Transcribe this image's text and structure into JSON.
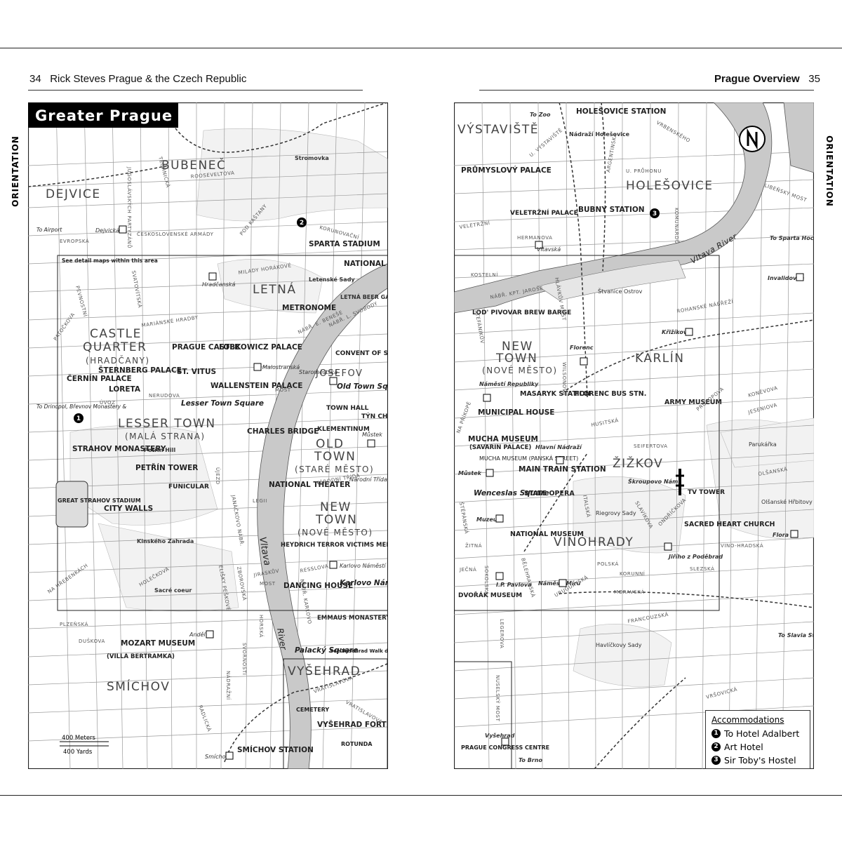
{
  "left_page": {
    "page_number": "34",
    "book_title": "Rick Steves Prague & the Czech Republic",
    "side_tab": "ORIENTATION",
    "map_title": "Greater Prague"
  },
  "right_page": {
    "page_number": "35",
    "section_title": "Prague Overview",
    "side_tab": "ORIENTATION"
  },
  "left_map": {
    "districts": [
      "BUBENEČ",
      "DEJVICE",
      "LETNÁ",
      "CASTLE",
      "QUARTER",
      "(HRADČANY)",
      "LESSER TOWN",
      "(MALÁ STRANA)",
      "OLD",
      "TOWN",
      "(STARÉ MĚSTO)",
      "NEW",
      "TOWN",
      "(NOVÉ MĚSTO)",
      "SMÍCHOV",
      "VYŠEHRAD",
      "JOSEFOV"
    ],
    "places": [
      "Stromovka",
      "SPARTA STADIUM",
      "NATIONAL TECHNICAL MUSEUM",
      "Letenské Sady",
      "METRONOME",
      "LETNÁ BEER GARDEN",
      "PRAGUE CASTLE",
      "LOBKOWICZ PALACE",
      "ŠTERNBERG PALACE",
      "ČERNÍN PALACE",
      "LORETA",
      "ST. VITUS",
      "WALLENSTEIN PALACE",
      "Lesser Town Square",
      "CONVENT OF ST. AGNES",
      "Old Town Square",
      "TOWN HALL",
      "TÝN CHURCH",
      "KLEMENTINUM",
      "CHARLES BRIDGE",
      "STRAHOV MONASTERY",
      "Petřín Hill",
      "PETŘÍN TOWER",
      "FUNICULAR",
      "GREAT STRAHOV STADIUM",
      "CITY WALLS",
      "NATIONAL THEATER",
      "Kinského Zahrada",
      "Sacré coeur",
      "HEYDRICH TERROR VICTIMS MEMORIAL",
      "DANCING HOUSE",
      "Karlovo Náměstí",
      "EMMAUS MONASTERY",
      "MOZART MUSEUM",
      "(VILLA BERTRAMKA)",
      "Palacký Square",
      "See Vyšehrad Walk detail map",
      "CEMETERY",
      "VYŠEHRAD FORTRESS",
      "ROTUNDA",
      "SMÍCHOV STATION"
    ],
    "metro": [
      "Dejvická",
      "Hradčanská",
      "Malostranská",
      "Staroměstská",
      "Můstek",
      "Národní Třída",
      "Karlovo Náměstí",
      "Anděl",
      "Smíchov"
    ],
    "streets": [
      "JUGOSLÁVSKÝCH PARTYZÁNŮ",
      "TECHNICKÁ",
      "ROOSEVELTOVA",
      "EVROPSKÁ",
      "ČESKOSLOVENSKÉ ARMÁDY",
      "POD KAŠTANY",
      "KORUNOVAČNÍ",
      "MILADY HORÁKOVÉ",
      "SVATOVÍTSKÁ",
      "PEVNOSTNÍ",
      "PATOČKOVA",
      "MARIÁNSKÉ HRADBY",
      "NÁBŘ. E. BENEŠE",
      "NÁBŘ. L. SVOBODY",
      "MOST",
      "NERUDOVA",
      "ÚVOZ",
      "ÚJEZD",
      "NÁRODNÍ TŘÍDA",
      "LEGII",
      "JIRÁSKŮV",
      "MOST",
      "RESSLOVA",
      "ELIŠKY PEŠKOVÉ",
      "ZBOROVSKÁ",
      "HOLEČKOVA",
      "NA HŘEBENKÁCH",
      "PLZEŇSKÁ",
      "DUŠKOVA",
      "NÁDRAŽNÍ",
      "SVORNOSTI",
      "RADLICKÁ",
      "HORSKÁ",
      "VRATISLAVOVA",
      "VRATISLAVOVA",
      "NÁBŘ. KARLOVO",
      "JANÁČKOVO NÁBŘ."
    ],
    "river": [
      "Vltava",
      "River"
    ],
    "notes": [
      "See detail maps within this area",
      "To Airport",
      "To Drinopol, Břevnov Monastery &"
    ],
    "scale": [
      "400 Meters",
      "400 Yards"
    ]
  },
  "right_map": {
    "districts": [
      "VÝSTAVIŠTĚ",
      "HOLEŠOVICE",
      "NEW",
      "TOWN",
      "(NOVÉ MĚSTO)",
      "KARLÍN",
      "ŽIŽKOV",
      "VINOHRADY"
    ],
    "places": [
      "HOLEŠOVICE STATION",
      "Nádraží Holešovice",
      "To Zoo",
      "PRŮMYSLOVÝ PALACE",
      "VELETRŽNÍ PALACE",
      "BUBNY STATION",
      "To Sparta Hockey Arena",
      "Invalidovna",
      "Štvanice Ostrov",
      "LOD' PIVOVAR BREW BARGE",
      "Křižíkova",
      "Florenc",
      "MASARYK STATION",
      "FLORENC BUS STN.",
      "ARMY MUSEUM",
      "MUNICIPAL HOUSE",
      "Náměstí Republiky",
      "MUCHA MUSEUM",
      "(SAVARIN PALACE)",
      "Hlavní Nádraží",
      "MUCHA MUSEUM (PANSKÁ STREET)",
      "MAIN TRAIN STATION",
      "Wenceslas Square",
      "Můstek",
      "STATE OPERA",
      "Parukářka",
      "Olšanské Hřbitovy",
      "TV TOWER",
      "Riegrovy Sady",
      "SACRED HEART CHURCH",
      "NATIONAL MUSEUM",
      "Muzeum",
      "Jiřího z Poděbrad",
      "Flora",
      "Náměstí Míru",
      "I.P. Pavlova",
      "DVOŘÁK MUSEUM",
      "Havlíčkovy Sady",
      "To Slavia Stadium",
      "PRAGUE CONGRESS CENTRE",
      "Vyšehrad",
      "To Brno",
      "Škroupovo Nám."
    ],
    "streets": [
      "U. VÝSTAVIŠTĚ",
      "U. PRŮHONU",
      "VRBENSKÉHO",
      "ARGENTINSKÁ",
      "KOMUNARDŮ",
      "LIBEŇSKÝ MOST",
      "VELETRŽNÍ",
      "HERMANOVA",
      "KOSTELNÍ",
      "NÁBŘ. KPT. JAROŠE",
      "HLÁVKŮV MOST",
      "ŠTEFÁNIKŮV",
      "ROHANSKÉ NÁBŘEŽÍ",
      "WILSONOVA",
      "HUSITSKÁ",
      "KONĚVOVA",
      "JESENIOVA",
      "PROKOPOVA",
      "SEIFERTOVA",
      "OLŠANSKÁ",
      "ITALSKÁ",
      "SLAVÍKOVA",
      "ONDŘÍČKOVA",
      "VINO-HRADSKÁ",
      "KORUNNÍ",
      "SLEZSKÁ",
      "POLSKÁ",
      "MORAVSKÁ",
      "FRANCOUZSKÁ",
      "VRŠOVICKÁ",
      "LEGEROVA",
      "BĚLEHRADSKÁ",
      "SOKOLSKÁ",
      "JEČNÁ",
      "ŽITNÁ",
      "NUSELSKÝ MOST",
      "ŠTĚPÁNSKÁ",
      "NA PŘÍKOPĚ",
      "URUGUAYSKÁ",
      "Vltava River"
    ],
    "metro": [
      "Vltavská"
    ]
  },
  "legend": {
    "title": "Accommodations",
    "items": [
      {
        "num": "1",
        "label": "To Hotel Adalbert"
      },
      {
        "num": "2",
        "label": "Art Hotel"
      },
      {
        "num": "3",
        "label": "Sir Toby's Hostel"
      }
    ]
  }
}
